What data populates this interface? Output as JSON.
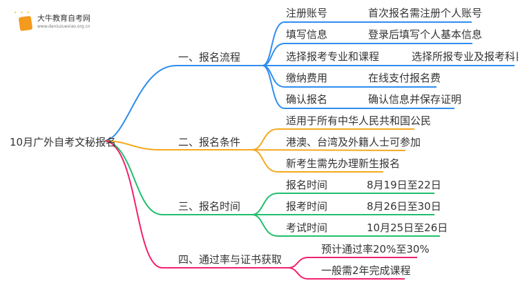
{
  "logo": {
    "title": "大牛教育自考网",
    "url": "www.daniuzuexiao.org.cn"
  },
  "root": "10月广外自考文秘报名",
  "colors": {
    "blue": "#2f8cf0",
    "orange": "#f4a81d",
    "green": "#1fbf6a",
    "pink": "#f2206f"
  },
  "branches": [
    {
      "label": "一、报名流程",
      "children": [
        {
          "label": "注册账号",
          "detail": "首次报名需注册个人账号"
        },
        {
          "label": "填写信息",
          "detail": "登录后填写个人基本信息"
        },
        {
          "label": "选择报考专业和课程",
          "detail": "选择所报专业及报考科目"
        },
        {
          "label": "缴纳费用",
          "detail": "在线支付报名费"
        },
        {
          "label": "确认报名",
          "detail": "确认信息并保存证明"
        }
      ]
    },
    {
      "label": "二、报名条件",
      "children": [
        {
          "label": "适用于所有中华人民共和国公民"
        },
        {
          "label": "港澳、台湾及外籍人士可参加"
        },
        {
          "label": "新考生需先办理新生报名"
        }
      ]
    },
    {
      "label": "三、报名时间",
      "children": [
        {
          "label": "报名时间",
          "detail": "8月19日至22日"
        },
        {
          "label": "报考时间",
          "detail": "8月26日至30日"
        },
        {
          "label": "考试时间",
          "detail": "10月25日至26日"
        }
      ]
    },
    {
      "label": "四、通过率与证书获取",
      "children": [
        {
          "label": "预计通过率20%至30%"
        },
        {
          "label": "一般需2年完成课程"
        }
      ]
    }
  ]
}
